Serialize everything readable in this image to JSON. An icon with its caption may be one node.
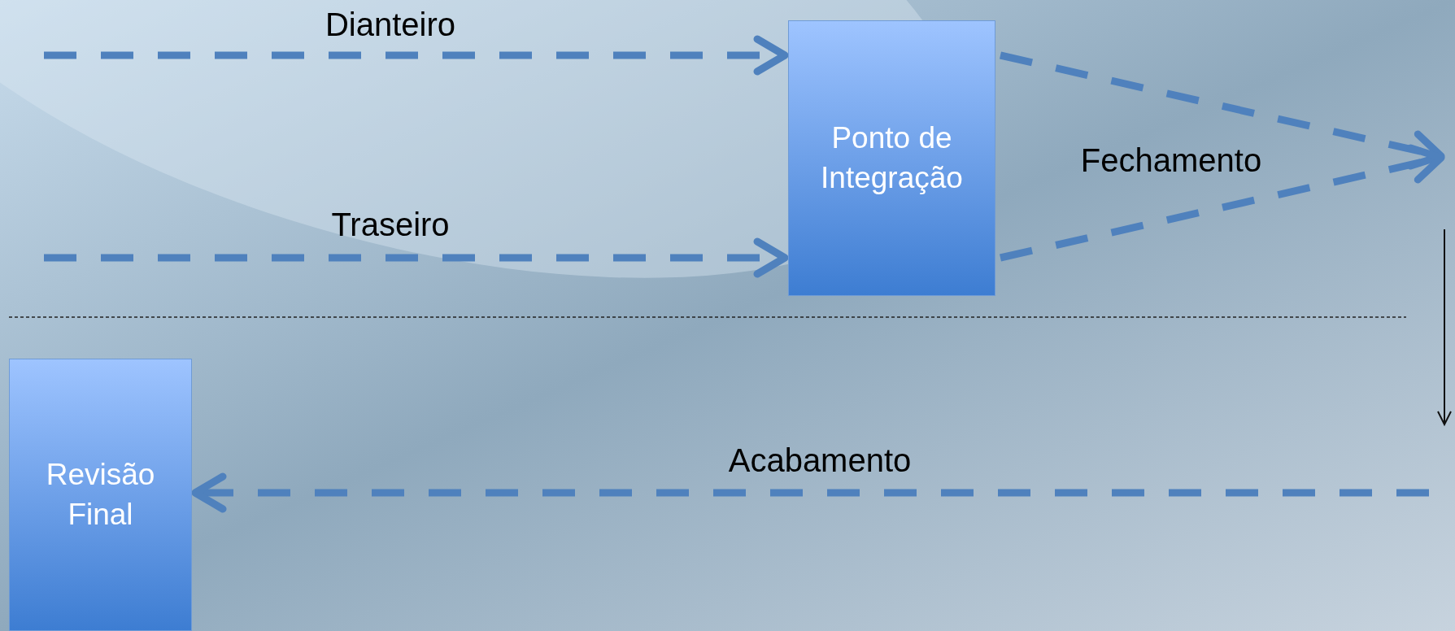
{
  "diagram": {
    "nodes": [
      {
        "text": [
          "Ponto de Integração"
        ]
      },
      {
        "text": [
          "Revisão Final"
        ]
      }
    ],
    "edges": [
      {
        "from": null,
        "to": 0,
        "arrow": "to",
        "label": "Dianteiro",
        "style": "dashed"
      },
      {
        "from": null,
        "to": 0,
        "arrow": "to",
        "label": "Traseiro",
        "style": "dashed"
      },
      {
        "from": 0,
        "to": null,
        "arrow": "to",
        "style": "dashed"
      },
      {
        "from": 0,
        "to": null,
        "arrow": "to",
        "style": "dashed"
      },
      {
        "from": null,
        "to": 1,
        "arrow": "to",
        "label": "Acabamento",
        "style": "dashed"
      }
    ],
    "labels": [
      "Fechamento"
    ]
  }
}
